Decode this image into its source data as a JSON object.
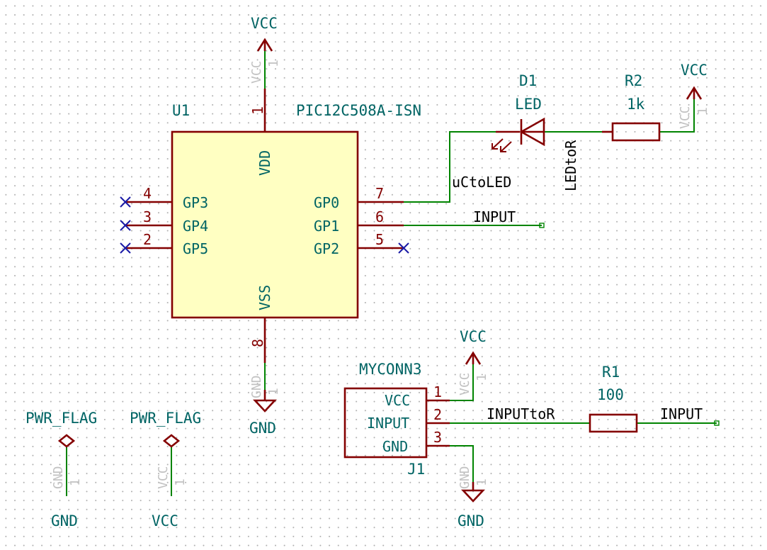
{
  "u1": {
    "ref": "U1",
    "value": "PIC12C508A-ISN",
    "pins": {
      "vdd": {
        "name": "VDD",
        "num": "1"
      },
      "vss": {
        "name": "VSS",
        "num": "8"
      },
      "gp0": {
        "name": "GP0",
        "num": "7"
      },
      "gp1": {
        "name": "GP1",
        "num": "6"
      },
      "gp2": {
        "name": "GP2",
        "num": "5"
      },
      "gp3": {
        "name": "GP3",
        "num": "4"
      },
      "gp4": {
        "name": "GP4",
        "num": "3"
      },
      "gp5": {
        "name": "GP5",
        "num": "2"
      }
    }
  },
  "d1": {
    "ref": "D1",
    "value": "LED"
  },
  "r2": {
    "ref": "R2",
    "value": "1k"
  },
  "r1": {
    "ref": "R1",
    "value": "100"
  },
  "j1": {
    "ref": "J1",
    "value": "MYCONN3",
    "pins": {
      "vcc": {
        "name": "VCC",
        "num": "1"
      },
      "input": {
        "name": "INPUT",
        "num": "2"
      },
      "gnd": {
        "name": "GND",
        "num": "3"
      }
    }
  },
  "power": {
    "vcc_top": {
      "label": "VCC",
      "ghost": "VCC",
      "pin": "1"
    },
    "vcc_r2": {
      "label": "VCC",
      "ghost": "VCC",
      "pin": "1"
    },
    "vcc_j1": {
      "label": "VCC",
      "ghost": "VCC",
      "pin": "1"
    },
    "gnd_u1": {
      "label": "GND",
      "ghost": "GND",
      "pin": "1"
    },
    "gnd_j1": {
      "label": "GND",
      "ghost": "GND",
      "pin": "1"
    },
    "gnd_flag": {
      "label": "GND",
      "ghost": "GND",
      "pin": "1"
    },
    "vcc_flag": {
      "label": "VCC",
      "ghost": "VCC",
      "pin": "1"
    }
  },
  "flags": {
    "flag1": "PWR_FLAG",
    "flag2": "PWR_FLAG"
  },
  "nets": {
    "uctoled": "uCtoLED",
    "ledtor": "LEDtoR",
    "input_gp1": "INPUT",
    "inputtor": "INPUTtoR",
    "input_r1": "INPUT"
  },
  "colors": {
    "wire": "#008400",
    "component": "#840000",
    "body_fill": "#ffffc2",
    "label_teal": "#006464",
    "no_connect": "#1a1aa6"
  }
}
